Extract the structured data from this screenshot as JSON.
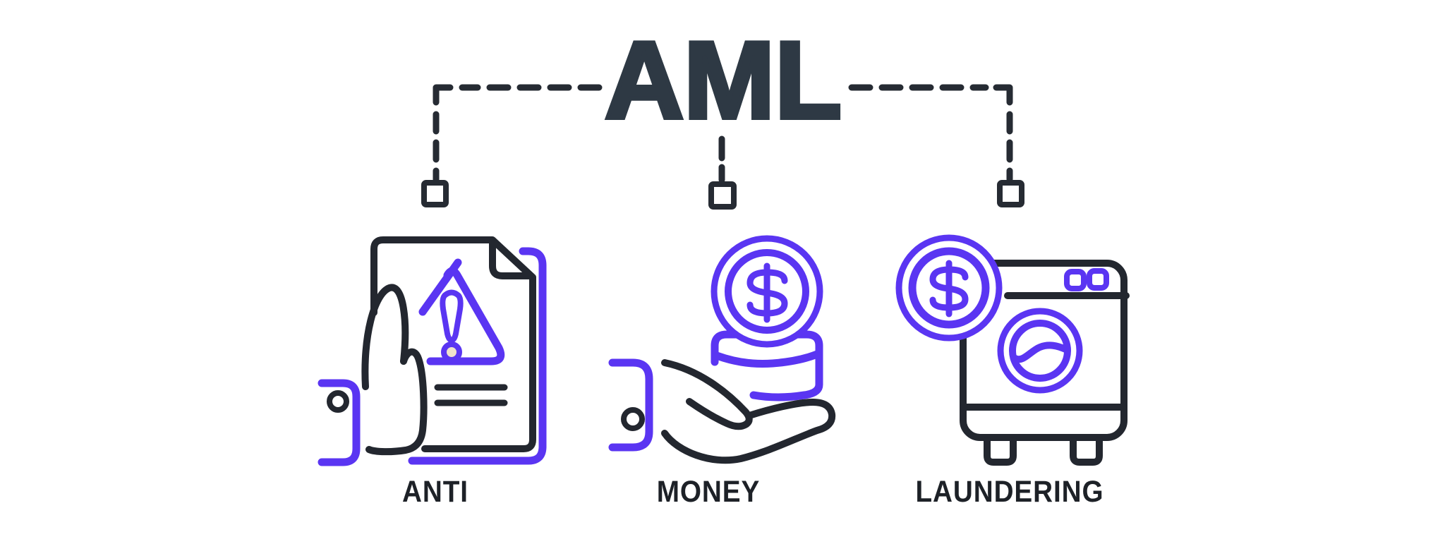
{
  "title": "AML",
  "items": [
    {
      "label": "ANTI",
      "icon": "document-warning-stop-hand-icon"
    },
    {
      "label": "MONEY",
      "icon": "hand-holding-dollar-coins-icon"
    },
    {
      "label": "LAUNDERING",
      "icon": "washing-machine-dollar-coin-icon"
    }
  ],
  "colors": {
    "background": "#ffffff",
    "accent_purple": "#5a35f2",
    "icon_ink": "#23272f",
    "connector": "#262b33",
    "title_ink": "#2e3944",
    "label_ink": "#1d2127",
    "warning_dot_fill": "#f0e3cb"
  }
}
